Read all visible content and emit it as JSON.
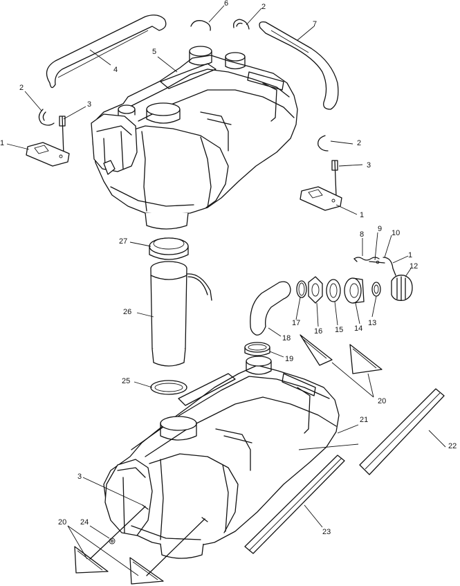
{
  "callouts": [
    {
      "id": "c1a",
      "text": "1"
    },
    {
      "id": "c1b",
      "text": "1"
    },
    {
      "id": "c1c",
      "text": "1"
    },
    {
      "id": "c2a",
      "text": "2"
    },
    {
      "id": "c2b",
      "text": "2"
    },
    {
      "id": "c2c",
      "text": "2"
    },
    {
      "id": "c3a",
      "text": "3"
    },
    {
      "id": "c3b",
      "text": "3"
    },
    {
      "id": "c3c",
      "text": "3"
    },
    {
      "id": "c4",
      "text": "4"
    },
    {
      "id": "c5",
      "text": "5"
    },
    {
      "id": "c6",
      "text": "6"
    },
    {
      "id": "c7",
      "text": "7"
    },
    {
      "id": "c8",
      "text": "8"
    },
    {
      "id": "c9",
      "text": "9"
    },
    {
      "id": "c10",
      "text": "10"
    },
    {
      "id": "c12",
      "text": "12"
    },
    {
      "id": "c13",
      "text": "13"
    },
    {
      "id": "c14",
      "text": "14"
    },
    {
      "id": "c15",
      "text": "15"
    },
    {
      "id": "c16",
      "text": "16"
    },
    {
      "id": "c17",
      "text": "17"
    },
    {
      "id": "c18",
      "text": "18"
    },
    {
      "id": "c19",
      "text": "19"
    },
    {
      "id": "c20a",
      "text": "20"
    },
    {
      "id": "c20b",
      "text": "20"
    },
    {
      "id": "c21",
      "text": "21"
    },
    {
      "id": "c22",
      "text": "22"
    },
    {
      "id": "c23",
      "text": "23"
    },
    {
      "id": "c24",
      "text": "24"
    },
    {
      "id": "c25",
      "text": "25"
    },
    {
      "id": "c26",
      "text": "26"
    },
    {
      "id": "c27",
      "text": "27"
    }
  ]
}
